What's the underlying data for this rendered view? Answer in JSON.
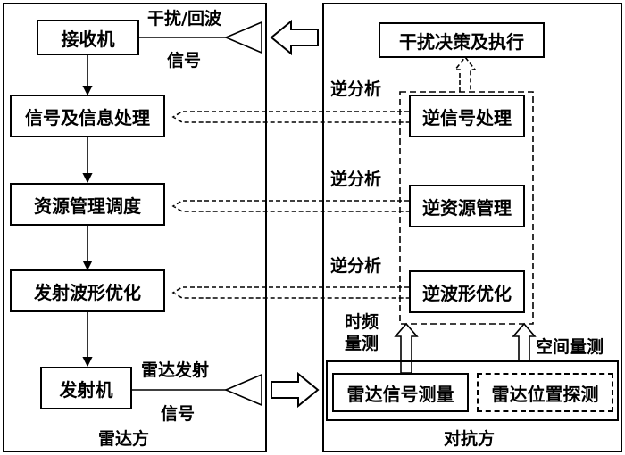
{
  "radar": {
    "panel_label": "雷达方",
    "receiver": "接收机",
    "signal_processing": "信号及信息处理",
    "resource_scheduling": "资源管理调度",
    "waveform_optimization": "发射波形优化",
    "transmitter": "发射机",
    "interference_label": [
      "干扰/回波",
      "信号"
    ],
    "transmit_label": [
      "雷达发射",
      "信号"
    ]
  },
  "counter": {
    "panel_label": "对抗方",
    "decision": "干扰决策及执行",
    "inverse_signal": "逆信号处理",
    "inverse_resource": "逆资源管理",
    "inverse_waveform": "逆波形优化",
    "radar_signal_measure": "雷达信号测量",
    "radar_position_detect": "雷达位置探测",
    "time_freq_label": [
      "时频",
      "量测"
    ],
    "spatial_label": "空间量测"
  },
  "reverse_labels": [
    "逆分析",
    "逆分析",
    "逆分析"
  ]
}
